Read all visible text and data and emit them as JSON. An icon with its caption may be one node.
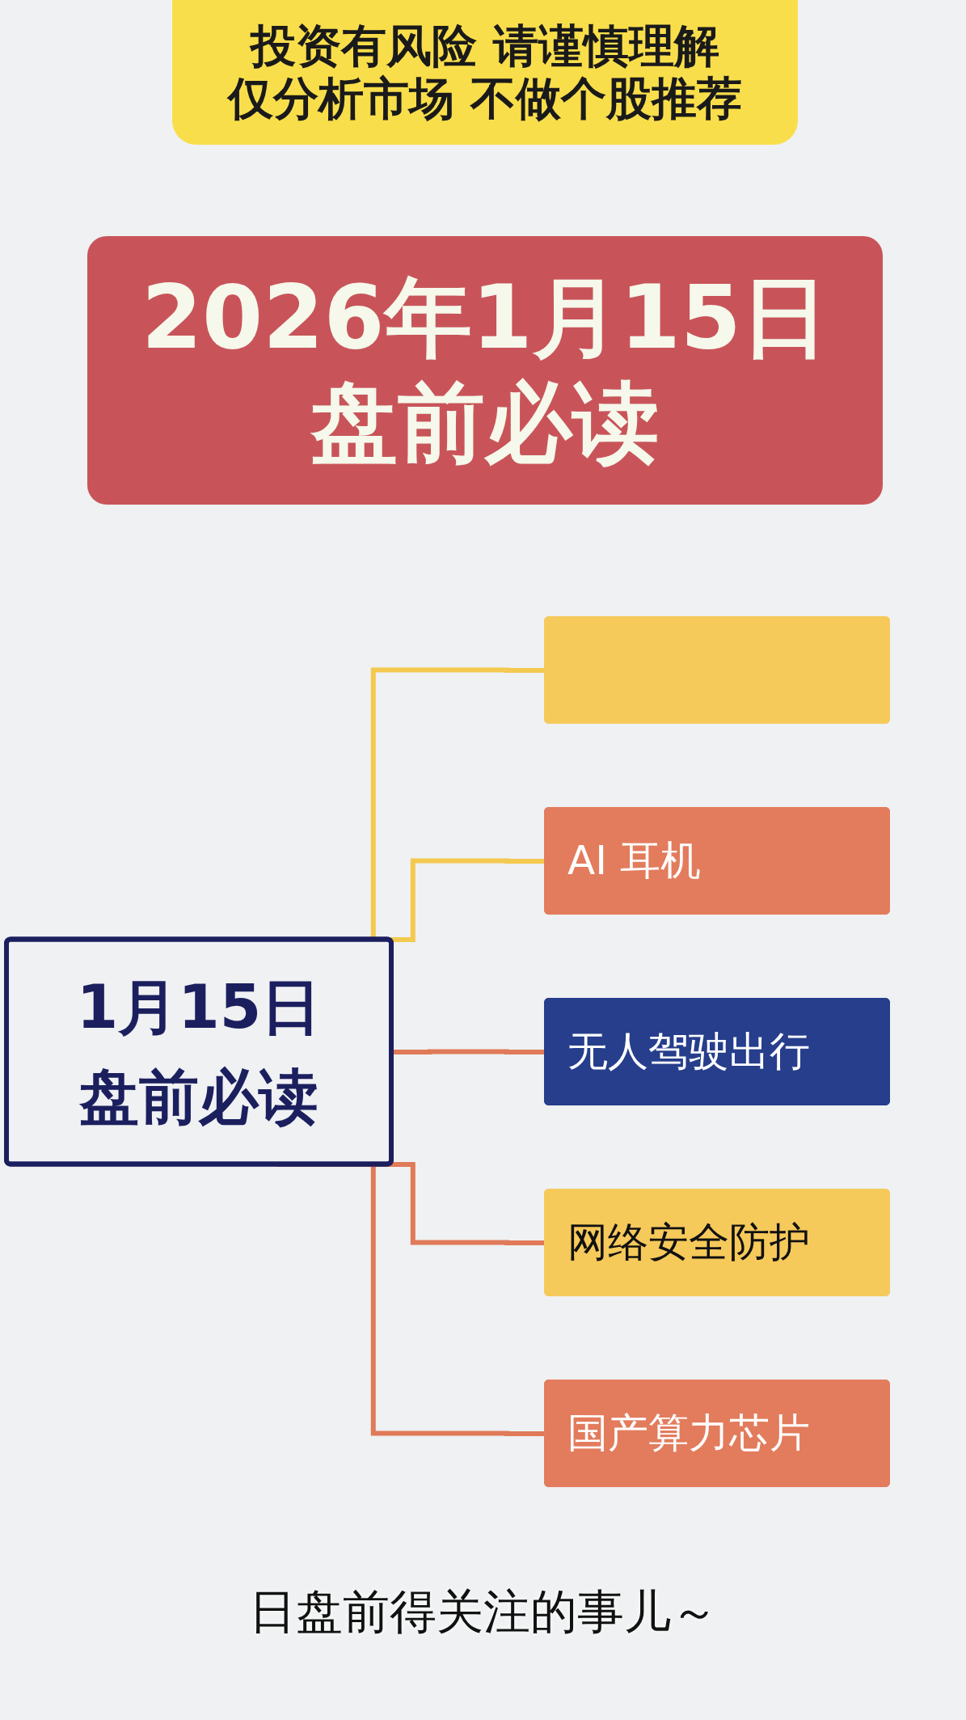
{
  "diagram": {
    "title": "2026年1月15日盘前必读",
    "caption": "日盘前得关注的事儿～",
    "nodes": [
      {
        "text": [
          "1月15日",
          "盘前必读"
        ]
      },
      {
        "text": [],
        "shape": "box"
      },
      {
        "text": [
          "AI 耳机"
        ]
      },
      {
        "text": [
          "无人驾驶出行"
        ]
      },
      {
        "text": [
          "网络安全防护"
        ]
      },
      {
        "text": [
          "国产算力芯片"
        ]
      }
    ],
    "edges": [
      {
        "from": 0,
        "to": 1,
        "arrow": "none",
        "color": "#f3c94f"
      },
      {
        "from": 0,
        "to": 2,
        "arrow": "none",
        "color": "#f3c94f"
      },
      {
        "from": 0,
        "to": 3,
        "arrow": "none",
        "color": "#e07a58"
      },
      {
        "from": 0,
        "to": 4,
        "arrow": "none",
        "color": "#e07a58"
      },
      {
        "from": 0,
        "to": 5,
        "arrow": "none",
        "color": "#e07a58"
      }
    ],
    "labels": [
      "投资有风险 请谨慎理解",
      "仅分析市场 不做个股推荐"
    ]
  }
}
